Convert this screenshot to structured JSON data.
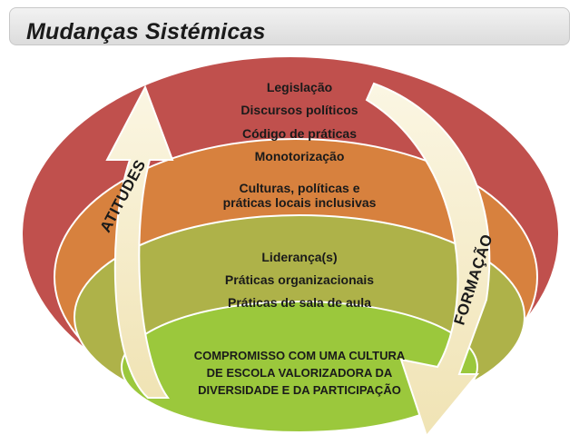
{
  "title": "Mudanças Sistémicas",
  "colors": {
    "outer_ring": "#c0504d",
    "second_ring": "#d7813e",
    "third_ring": "#aeb249",
    "center": "#9bc83c",
    "arrow_fill": "#f4ecc7"
  },
  "levels": {
    "outer": {
      "lines": [
        "Legislação",
        "Discursos políticos",
        "Código de práticas",
        "Monotorização"
      ]
    },
    "second": {
      "lines": [
        "Culturas, políticas e",
        "práticas locais inclusivas"
      ]
    },
    "third": {
      "lines": [
        "Liderança(s)",
        "Práticas organizacionais",
        "Práticas de sala de aula"
      ]
    },
    "center": {
      "lines": [
        "COMPROMISSO COM UMA CULTURA",
        "DE ESCOLA VALORIZADORA DA",
        "DIVERSIDADE E DA PARTICIPAÇÃO"
      ]
    }
  },
  "arrows": {
    "left_label": "ATITUDES",
    "right_label": "FORMAÇÃO"
  }
}
